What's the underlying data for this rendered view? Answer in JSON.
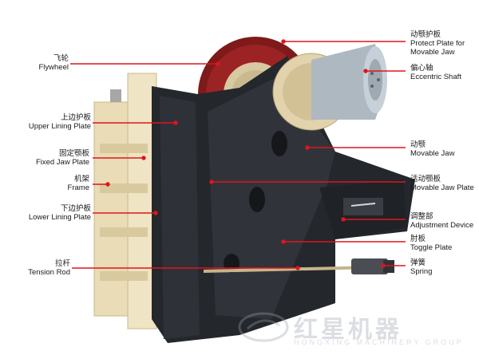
{
  "labels": {
    "flywheel": {
      "zh": "飞轮",
      "en": "Flywheel"
    },
    "upper_lining_plate": {
      "zh": "上边护板",
      "en": "Upper Lining Plate"
    },
    "fixed_jaw_plate": {
      "zh": "固定颚板",
      "en": "Fixed Jaw Plate"
    },
    "frame": {
      "zh": "机架",
      "en": "Frame"
    },
    "lower_lining_plate": {
      "zh": "下边护板",
      "en": "Lower Lining Plate"
    },
    "tension_rod": {
      "zh": "拉杆",
      "en": "Tension Rod"
    },
    "protect_plate": {
      "zh": "动颚护板",
      "en1": "Protect Plate for",
      "en2": "Movable Jaw"
    },
    "eccentric_shaft": {
      "zh": "偏心轴",
      "en": "Eccentric Shaft"
    },
    "movable_jaw": {
      "zh": "动颚",
      "en": "Movable Jaw"
    },
    "movable_jaw_plate": {
      "zh": "活动颚板",
      "en": "Movable Jaw Plate"
    },
    "adjustment_device": {
      "zh": "调整部",
      "en": "Adjustment Device"
    },
    "toggle_plate": {
      "zh": "肘板",
      "en": "Toggle Plate"
    },
    "spring": {
      "zh": "弹簧",
      "en": "Spring"
    }
  },
  "watermark": {
    "cn": "红星机器",
    "en": "HONGXING MACHINERY GROUP"
  },
  "colors": {
    "leader": "#e0141e",
    "frame": "#e8dcb8",
    "jaw": "#25282d",
    "flywheel": "#8c1d1d",
    "steel": "#9aa6b0"
  }
}
